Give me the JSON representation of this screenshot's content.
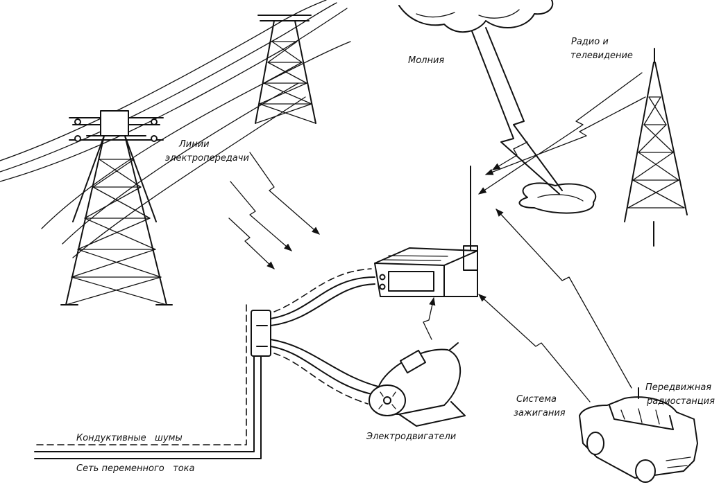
{
  "labels": {
    "power_lines": [
      "Линии",
      "электропередачи"
    ],
    "lightning": "Молния",
    "radio_tv": [
      "Радио и",
      "телевидение"
    ],
    "ignition": [
      "Система",
      "зажигания"
    ],
    "mobile_radio": [
      "Передвижная",
      "радиостанция"
    ],
    "motors": "Электродвигатели",
    "conductive_noise": "Кондуктивные   шумы",
    "ac_network": "Сеть переменного   тока"
  }
}
